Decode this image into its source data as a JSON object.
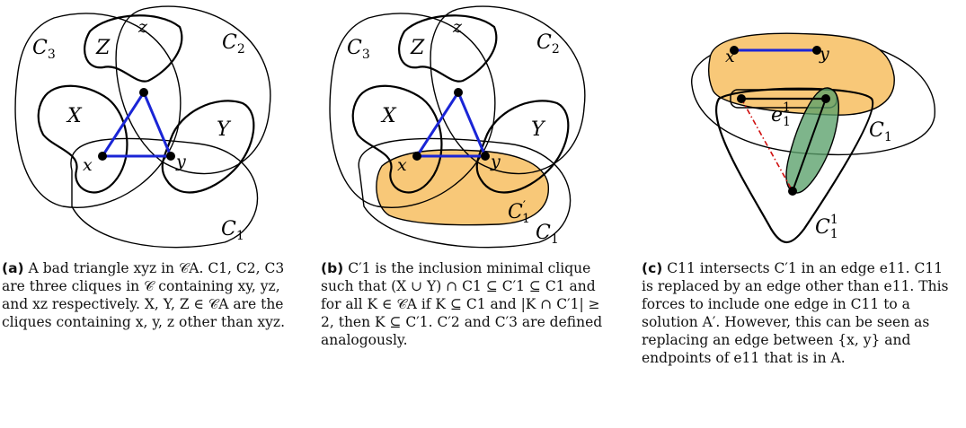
{
  "labels": {
    "C1": "C",
    "C2": "C",
    "C3": "C",
    "sub1": "1",
    "sub2": "2",
    "sub3": "3",
    "X": "X",
    "Y": "Y",
    "Z": "Z",
    "x": "x",
    "y": "y",
    "z": "z",
    "C1p": "C",
    "prime_sub": "1",
    "e": "e",
    "e_sub": "1",
    "e_sup": "1",
    "C11": "C",
    "C11_sub": "1",
    "C11_sup": "1"
  },
  "captions": {
    "a": {
      "tag": "(a)",
      "text": "A bad triangle xyz in 𝒞A. C1, C2, C3 are three cliques in 𝒞 containing xy, yz, and xz respectively. X, Y, Z ∈ 𝒞A are the cliques containing x, y, z other than xyz."
    },
    "b": {
      "tag": "(b)",
      "text": "C′1 is the inclusion minimal clique such that (X ∪ Y) ∩ C1 ⊆ C′1 ⊆ C1 and for all K ∈ 𝒞A if K ⊆ C1 and |K ∩ C′1| ≥ 2, then K ⊆ C′1. C′2 and C′3 are defined analogously."
    },
    "c": {
      "tag": "(c)",
      "text": "C11 intersects C′1 in an edge e11. C11 is replaced by an edge other than e11. This forces to include one edge in C11 to a solution A′. However, this can be seen as replacing an edge between {x, y} and endpoints of e11 that is in A."
    }
  },
  "colors": {
    "triangle": "#1a25d6",
    "orange": "#f8c878",
    "green": "#5aa06a",
    "dashed": "#d01010"
  }
}
